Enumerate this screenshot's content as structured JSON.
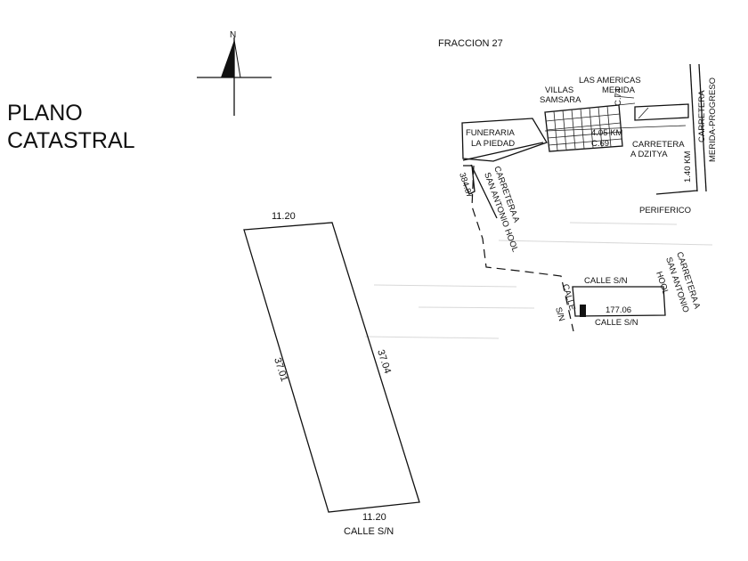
{
  "title": {
    "line1": "PLANO",
    "line2": "CATASTRAL"
  },
  "compass": {
    "north_label": "N",
    "icon": "north-arrow-icon"
  },
  "fraction_label": "FRACCION 27",
  "lot": {
    "top_dim": "11.20",
    "left_dim": "37.01",
    "right_dim": "37.04",
    "bottom_dim": "11.20",
    "bottom_street": "CALLE S/N"
  },
  "location_map": {
    "villas": [
      "VILLAS",
      "SAMSARA"
    ],
    "las_americas": [
      "LAS AMERICAS",
      "MERIDA"
    ],
    "funeraria": [
      "FUNERARIA",
      "LA PIEDAD"
    ],
    "c74": "C.74",
    "km_405": "4.05 KM",
    "c69": "C.69",
    "dzitya": [
      "CARRETERA",
      "A DZITYA"
    ],
    "merida_progreso": [
      "CARRETERA",
      "MERIDA-PROGRESO"
    ],
    "km_140": "1.40 KM",
    "periferico": "PERIFERICO",
    "dist_38487": "384.87",
    "san_antonio_road": [
      "CARRETERA A",
      "SAN ANTONIO HOOL"
    ],
    "calle_top": "CALLE S/N",
    "calle_left": [
      "CALLE",
      "S/N"
    ],
    "dist_17706": "177.06",
    "calle_bottom": "CALLE S/N",
    "san_antonio_right": [
      "CARRETERA A",
      "SAN ANTONIO",
      "HOOL"
    ]
  },
  "colors": {
    "ink": "#111111",
    "paper": "#ffffff"
  }
}
